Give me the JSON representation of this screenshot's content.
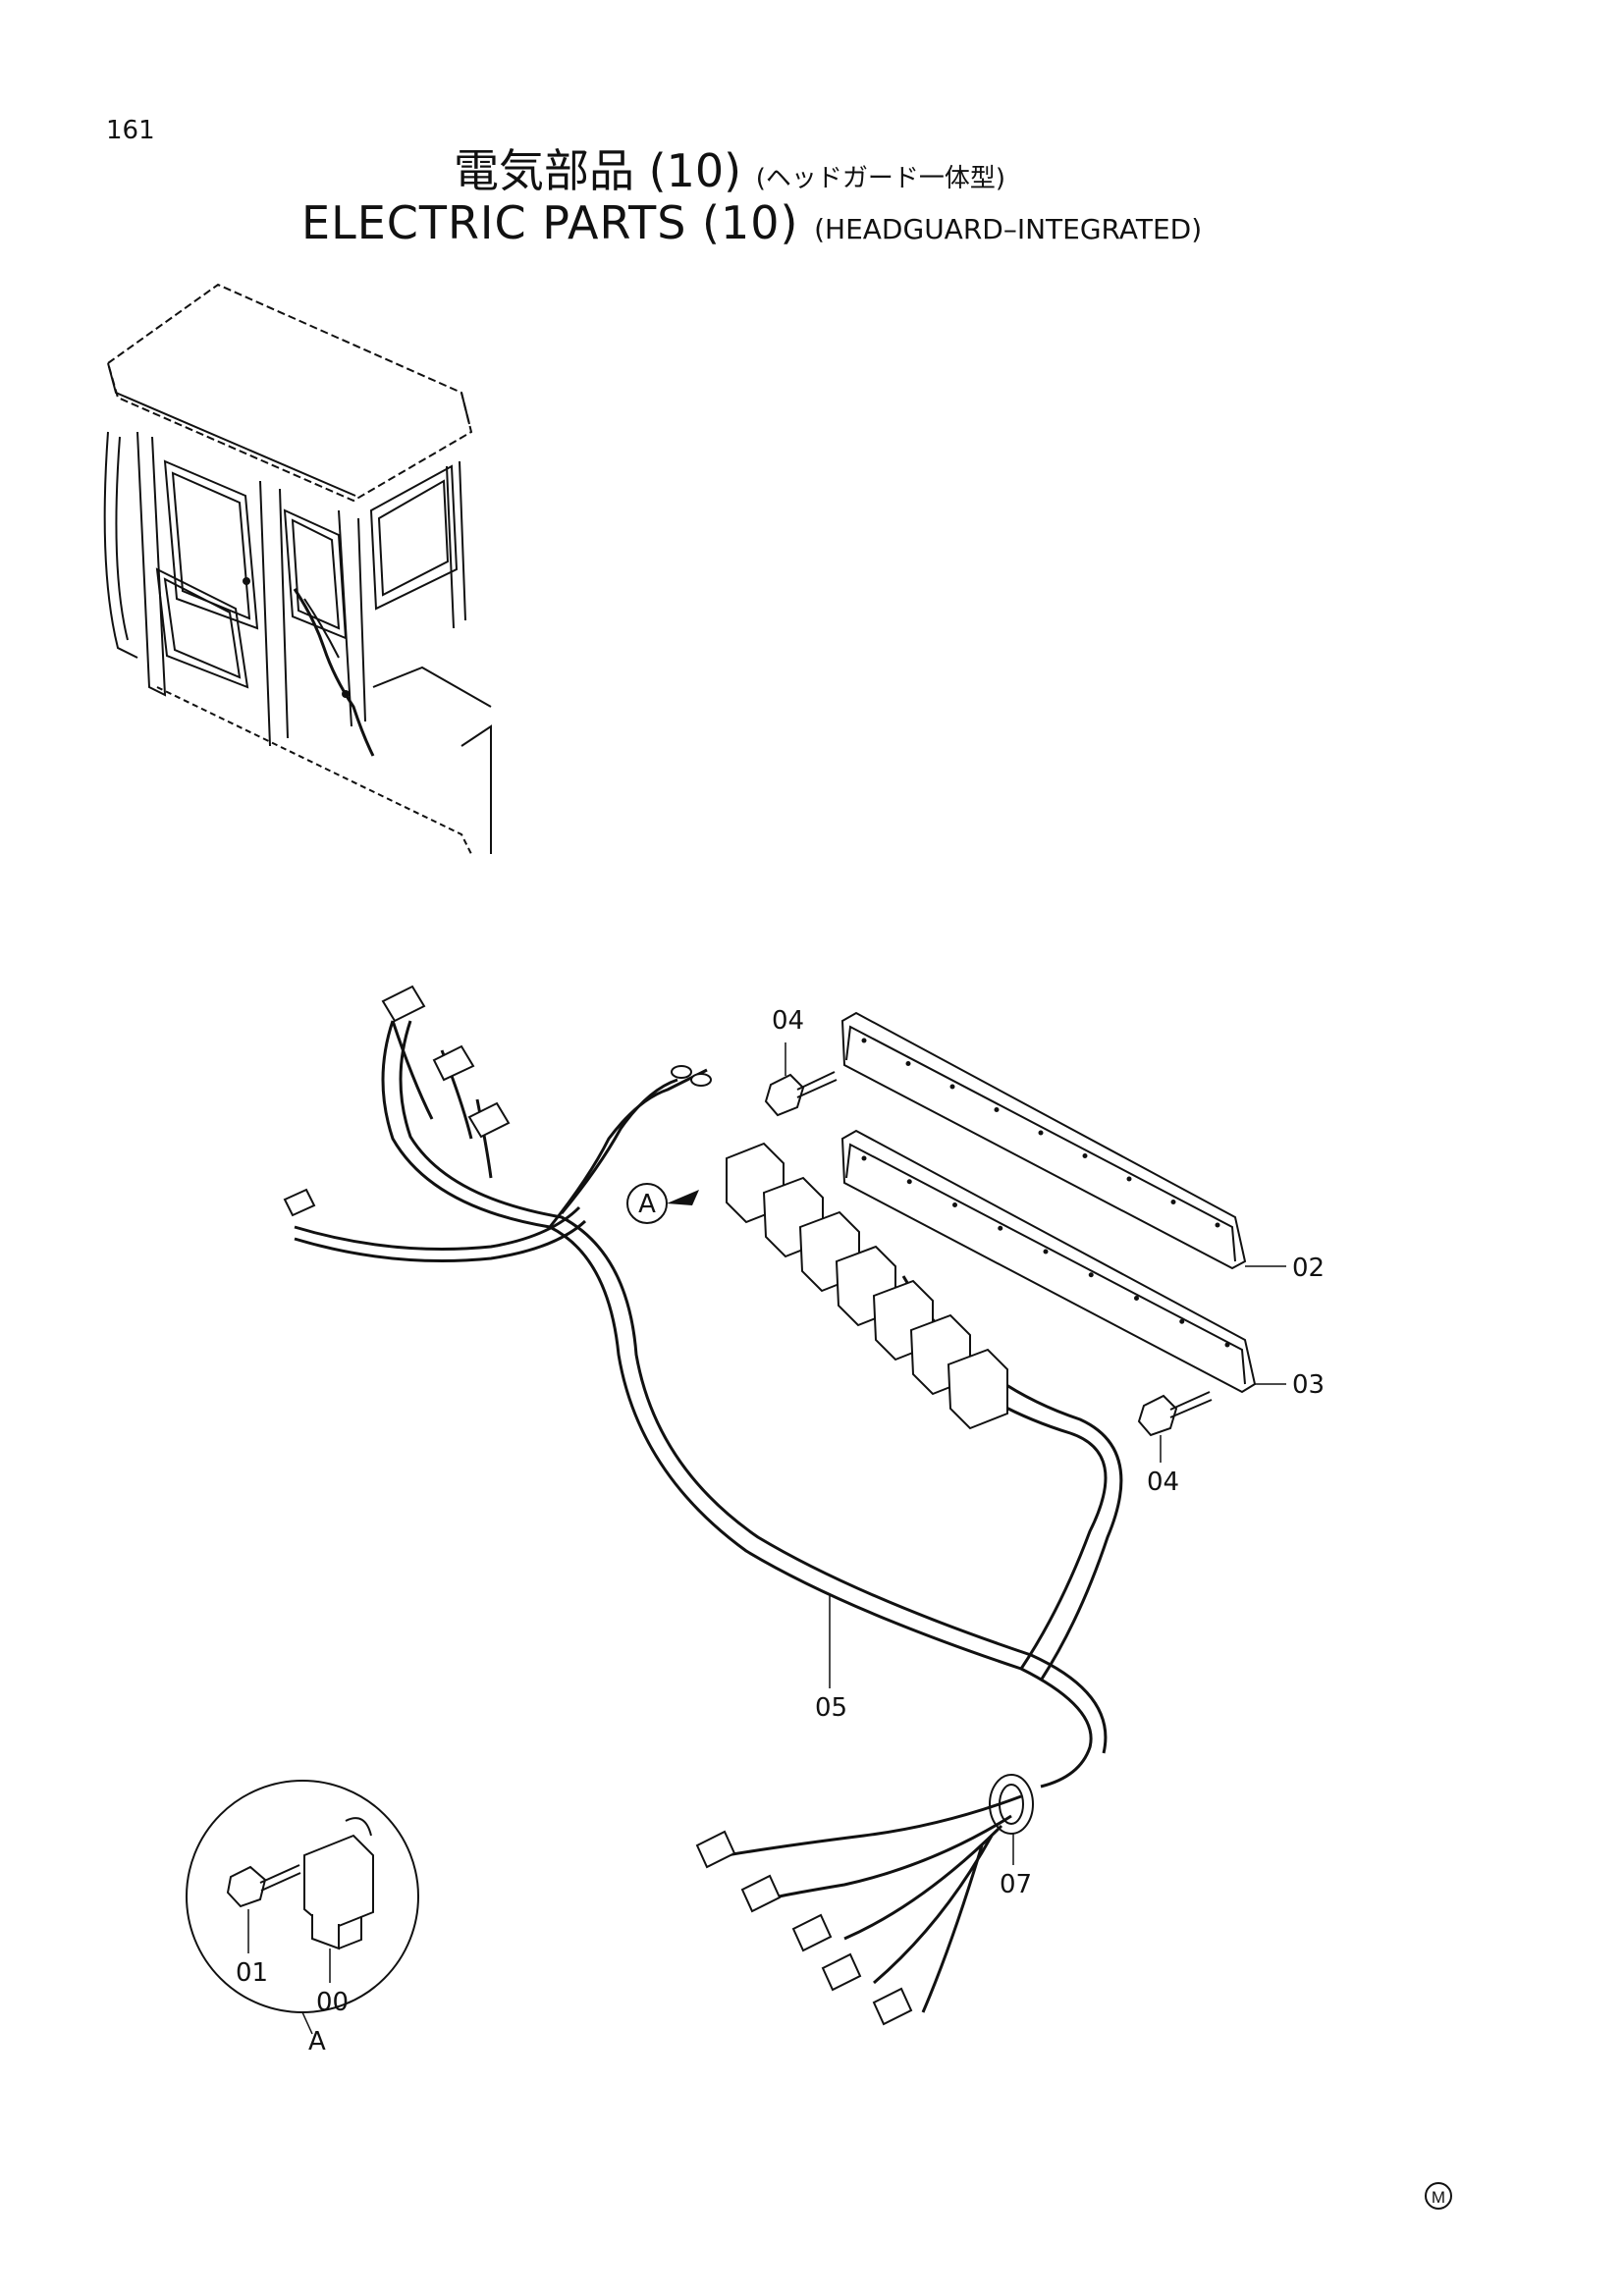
{
  "page_number": "161",
  "title_jp": {
    "main": "電気部品 (10)",
    "sub": "(ヘッドガード一体型)"
  },
  "title_en": {
    "main": "ELECTRIC PARTS (10)",
    "sub": "(HEADGUARD–INTEGRATED)"
  },
  "callouts": {
    "c00": "00",
    "c01": "01",
    "c02": "02",
    "c03": "03",
    "c04a": "04",
    "c04b": "04",
    "c05": "05",
    "c07": "07",
    "detail_ref": "A",
    "detail_label": "A"
  },
  "mark": "M"
}
